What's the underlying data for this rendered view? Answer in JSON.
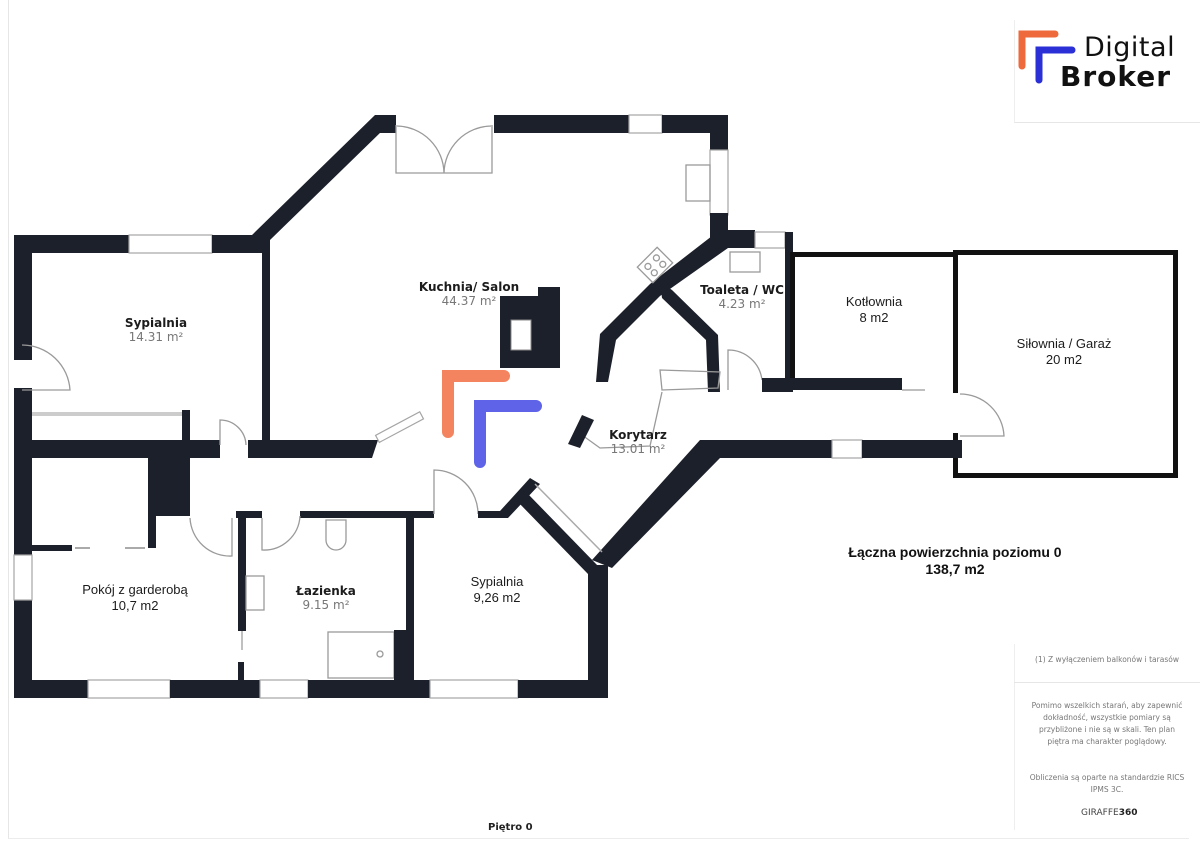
{
  "logo": {
    "line1": "Digital",
    "line2": "Broker",
    "accent_orange": "#ee6a3c",
    "accent_blue": "#2a2fd6"
  },
  "watermark": {
    "orange": "#f4845f",
    "blue": "#5e63e8"
  },
  "rooms": [
    {
      "name": "Sypialnia",
      "area": "14.31 m²"
    },
    {
      "name": "Kuchnia/ Salon",
      "area": "44.37 m²"
    },
    {
      "name": "Toaleta / WC",
      "area": "4.23 m²"
    },
    {
      "name": "Kotłownia",
      "area": "8 m2"
    },
    {
      "name": "Siłownia / Garaż",
      "area": "20 m2"
    },
    {
      "name": "Korytarz",
      "area": "13.01 m²"
    },
    {
      "name": "Pokój z garderobą",
      "area": "10,7 m2"
    },
    {
      "name": "Łazienka",
      "area": "9.15 m²"
    },
    {
      "name": "Sypialnia",
      "area": "9,26 m2"
    }
  ],
  "total": {
    "label": "Łączna powierzchnia poziomu 0",
    "value": "138,7 m2"
  },
  "notes": {
    "footnote": "(1) Z wyłączeniem balkonów i tarasów",
    "disclaimer": "Pomimo wszelkich starań, aby zapewnić dokładność, wszystkie pomiary są przybliżone i nie są w skali. Ten plan piętra ma charakter poglądowy.",
    "standard": "Obliczenia są oparte na standardzie RICS IPMS 3C.",
    "brand_prefix": "GIRAFFE",
    "brand_suffix": "360"
  },
  "floor_label": "Piętro 0",
  "colors": {
    "wall": "#1c202b",
    "fixture_line": "#9a9a9a"
  }
}
